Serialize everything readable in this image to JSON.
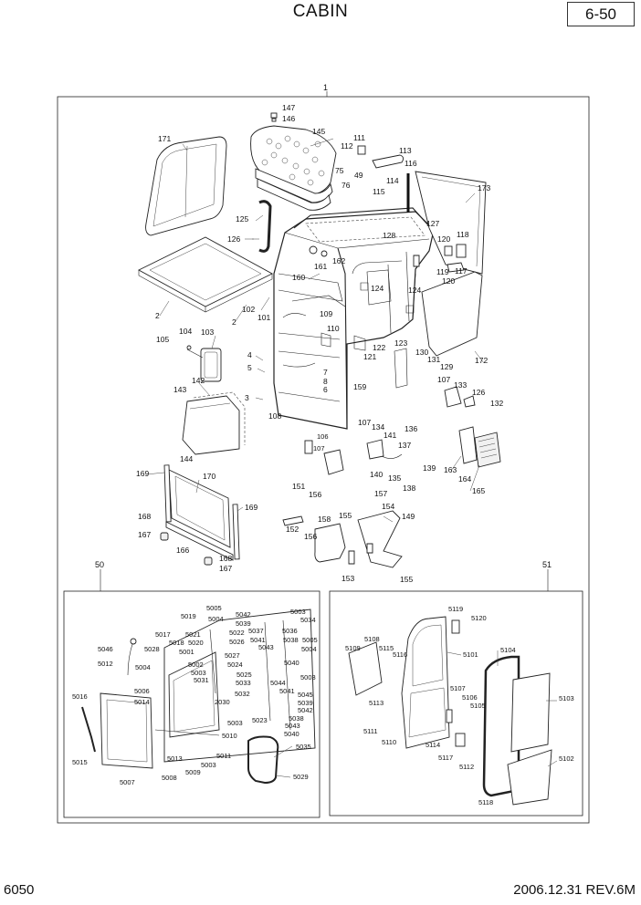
{
  "header": {
    "title": "CABIN",
    "page_ref": "6-50"
  },
  "footer": {
    "doc_code": "6050",
    "revision": "2006.12.31  REV.6M"
  },
  "groups": {
    "main": "1",
    "door_front": "50",
    "door_side": "51"
  },
  "callouts_main": {
    "p147": "147",
    "p146": "146",
    "p145": "145",
    "p171": "171",
    "p111": "111",
    "p112": "112",
    "p113": "113",
    "p116": "116",
    "p75": "75",
    "p49": "49",
    "p76": "76",
    "p114": "114",
    "p115": "115",
    "p173": "173",
    "p125": "125",
    "p126a": "126",
    "p127": "127",
    "p128": "128",
    "p118": "118",
    "p120a": "120",
    "p119": "119",
    "p117": "117",
    "p120b": "120",
    "p161": "161",
    "p162": "162",
    "p160": "160",
    "p2a": "2",
    "p2b": "2",
    "p102": "102",
    "p101": "101",
    "p124a": "124",
    "p124b": "124",
    "p109": "109",
    "p110": "110",
    "p104": "104",
    "p103": "103",
    "p105": "105",
    "p122": "122",
    "p123": "123",
    "p121": "121",
    "p130": "130",
    "p131": "131",
    "p129": "129",
    "p172": "172",
    "p4": "4",
    "p5": "5",
    "p7": "7",
    "p8": "8",
    "p6": "6",
    "p159": "159",
    "p142": "142",
    "p143": "143",
    "p3": "3",
    "p108": "108",
    "p107a": "107",
    "p133": "133",
    "p126b": "126",
    "p132": "132",
    "p106s": "106",
    "p107s": "107",
    "p107b": "107",
    "p134": "134",
    "p136": "136",
    "p141": "141",
    "p137": "137",
    "p144": "144",
    "p139": "139",
    "p140": "140",
    "p135": "135",
    "p138": "138",
    "p163": "163",
    "p164": "164",
    "p165": "165",
    "p169a": "169",
    "p170": "170",
    "p151": "151",
    "p156a": "156",
    "p157": "157",
    "p154": "154",
    "p169b": "169",
    "p155a": "155",
    "p149": "149",
    "p168a": "168",
    "p167a": "167",
    "p152": "152",
    "p156b": "156",
    "p158": "158",
    "p166": "166",
    "p168b": "168",
    "p167b": "167",
    "p153": "153",
    "p155b": "155"
  },
  "callouts_door_front": {
    "q5005a": "5005",
    "q5019": "5019",
    "q5004a": "5004",
    "q5042a": "5042",
    "q5003a": "5003",
    "q5039a": "5039",
    "q5034": "5034",
    "q5017": "5017",
    "q5021": "5021",
    "q5022": "5022",
    "q5037": "5037",
    "q5036": "5036",
    "q5018": "5018",
    "q5020": "5020",
    "q5026": "5026",
    "q5041a": "5041",
    "q5038a": "5038",
    "q5005b": "5005",
    "q5046": "5046",
    "q5028": "5028",
    "q5001": "5001",
    "q5043a": "5043",
    "q5004b": "5004",
    "q5012": "5012",
    "q5027": "5027",
    "q5004c": "5004",
    "q5002": "5002",
    "q5024": "5024",
    "q5040a": "5040",
    "q5003b": "5003",
    "q5025": "5025",
    "q5003c": "5003",
    "q5031": "5031",
    "q5033": "5033",
    "q5044": "5044",
    "q5006": "5006",
    "q5041b": "5041",
    "q5032": "5032",
    "q5045": "5045",
    "q5016": "5016",
    "q5014": "5014",
    "q2030": "2030",
    "q5039b": "5039",
    "q5042b": "5042",
    "q5003d": "5003",
    "q5023": "5023",
    "q5038b": "5038",
    "q5043b": "5043",
    "q5040b": "5040",
    "q5010": "5010",
    "q5035": "5035",
    "q5015": "5015",
    "q5013": "5013",
    "q5011": "5011",
    "q5003e": "5003",
    "q5008": "5008",
    "q5009": "5009",
    "q5007": "5007",
    "q5029": "5029"
  },
  "callouts_door_side": {
    "r5119": "5119",
    "r5120": "5120",
    "r5108": "5108",
    "r5109": "5109",
    "r5115": "5115",
    "r5116": "5116",
    "r5101": "5101",
    "r5104": "5104",
    "r5113": "5113",
    "r5107": "5107",
    "r5106": "5106",
    "r5105": "5105",
    "r5103": "5103",
    "r5111": "5111",
    "r5110": "5110",
    "r5114": "5114",
    "r5117": "5117",
    "r5112": "5112",
    "r5102": "5102",
    "r5118": "5118"
  }
}
